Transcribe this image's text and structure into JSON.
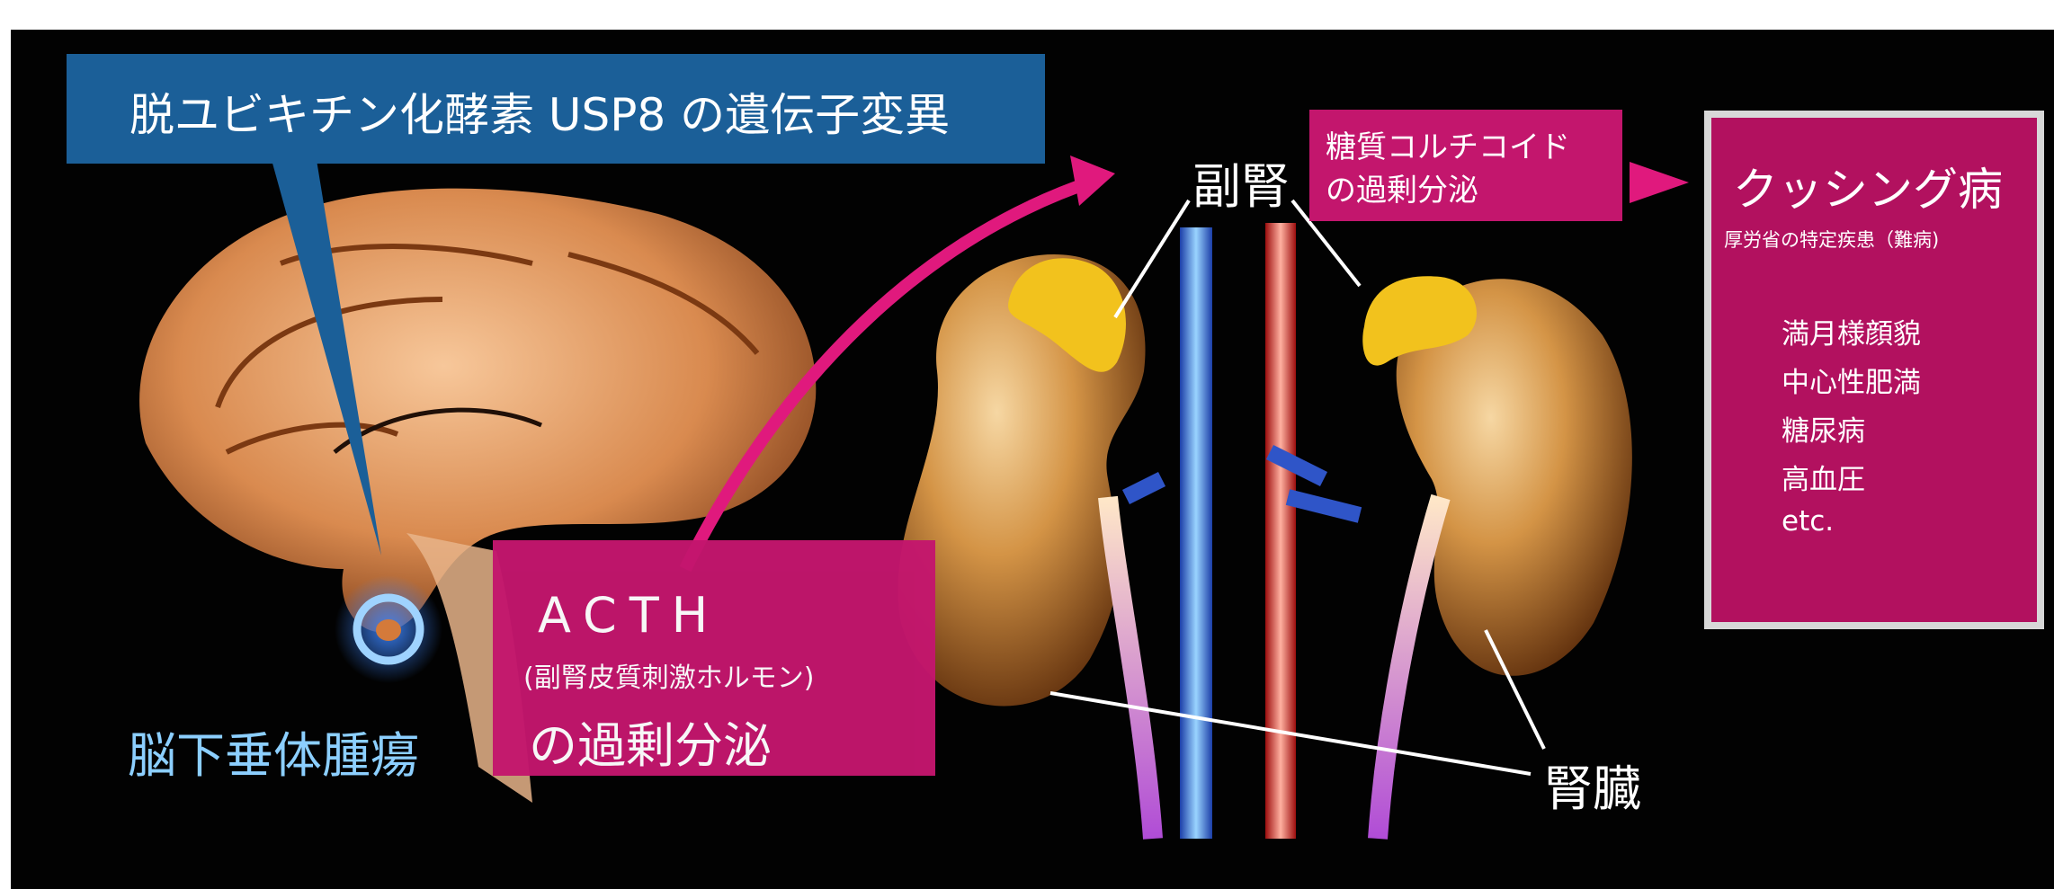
{
  "labels": {
    "gene_mutation": "脱ユビキチン化酵素 USP8 の遺伝子変異",
    "acth_title": "ACTH",
    "acth_subtitle": "(副腎皮質刺激ホルモン)",
    "acth_oversecretion": "の過剰分泌",
    "adrenal": "副腎",
    "glucocorticoid_line1": "糖質コルチコイド",
    "glucocorticoid_line2": "の過剰分泌",
    "cushing_title": "クッシング病",
    "cushing_subtitle": "厚労省の特定疾患（難病)",
    "symptoms": [
      "満月様顔貌",
      "中心性肥満",
      "糖尿病",
      "高血圧",
      "etc."
    ],
    "kidney": "腎臓",
    "pituitary_tumor": "脳下垂体腫瘍"
  },
  "colors": {
    "background": "#020202",
    "blue_box": "#1b5f98",
    "magenta_box": "#c3166d",
    "cushing_box": "#b2115f",
    "arrow": "#e0197d",
    "pituitary_label": "#8ccfff"
  },
  "icons": [
    "brain-illustration",
    "pituitary-ring-icon",
    "kidney-illustration",
    "adrenal-gland-illustration",
    "curved-arrow-icon",
    "triangle-arrow-icon"
  ]
}
